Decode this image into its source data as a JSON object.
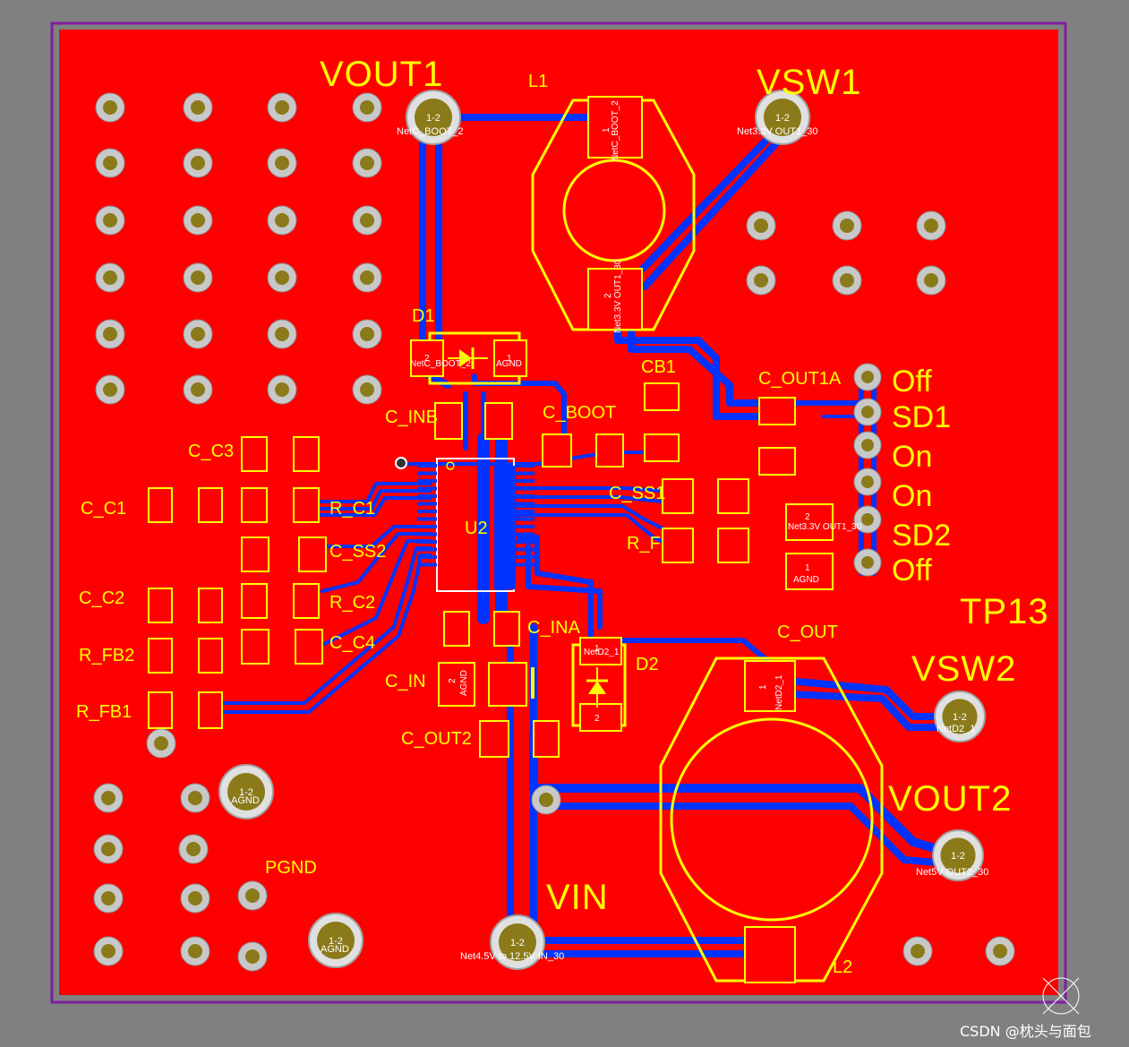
{
  "colors": {
    "background": "#808080",
    "copper": "#ff0000",
    "trace": "#0033ff",
    "silkscreen": "#ffff00",
    "outline": "#7f1f9f",
    "via_ring": "#c8c8c8",
    "via_hole": "#8a7a1a"
  },
  "test_points": {
    "vout1": "VOUT1",
    "vsw1": "VSW1",
    "vsw2": "VSW2",
    "vout2": "VOUT2",
    "vin": "VIN",
    "pgnd": "PGND",
    "tp13": "TP13"
  },
  "refs": {
    "l1": "L1",
    "l2": "L2",
    "d1": "D1",
    "d2": "D2",
    "u2": "U2",
    "cb1": "CB1",
    "c_out1a": "C_OUT1A",
    "c_inb": "C_INB",
    "c_boot": "C_BOOT",
    "c_c3": "C_C3",
    "c_c1": "C_C1",
    "r_c1": "R_C1",
    "c_ss2": "C_SS2",
    "c_ss1": "C_SS1",
    "r_f": "R_F",
    "c_c2": "C_C2",
    "r_c2": "R_C2",
    "c_c4": "C_C4",
    "r_fb2": "R_FB2",
    "r_fb1": "R_FB1",
    "c_ina": "C_INA",
    "c_in": "C_IN",
    "c_out": "C_OUT",
    "c_out2": "C_OUT2"
  },
  "switch_labels": [
    "Off",
    "SD1",
    "On",
    "On",
    "SD2",
    "Off"
  ],
  "pad_labels": {
    "pin12": "1-2",
    "vout1_net": "NetC_BOOT_2",
    "vsw1_net": "Net3.3V OUT1_30",
    "vsw2_net": "NetD2_1",
    "vout2_net": "Net5V OUT2_30",
    "vin_net": "Net4.5V to 12.5V IN_30",
    "agnd": "AGND",
    "l1_p1": "NetC_BOOT_2",
    "l1_p2": "Net3.3V OUT1_30",
    "l2_p1": "NetD2_1",
    "d1_p2": "NetC_BOOT_2",
    "d1_p1": "AGND",
    "d2_p1": "NetD2_1",
    "cout_p2": "Net3.3V OUT1_30",
    "cout_p1": "AGND",
    "cin_p2": "AGND",
    "one": "1",
    "two": "2"
  },
  "watermark": "CSDN @枕头与面包"
}
